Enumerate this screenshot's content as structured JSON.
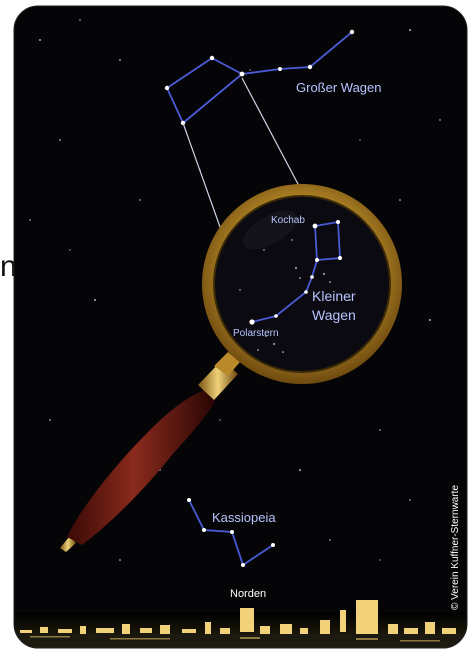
{
  "constellations": {
    "big_dipper": "Großer Wagen",
    "little_dipper_line1": "Kleiner",
    "little_dipper_line2": "Wagen",
    "kochab": "Kochab",
    "polaris": "Polarstern",
    "cassiopeia": "Kassiopeia",
    "north": "Norden"
  },
  "left_edge_fragment": "n",
  "credit": "© Verein Kuffner-Sternwarte",
  "colors": {
    "sky": "#050507",
    "line": "#4a5bd6",
    "label": "#b8c4ff",
    "arrow": "#cfd4e6",
    "ring": "#c99a2e",
    "handle": "#6b1a12"
  }
}
